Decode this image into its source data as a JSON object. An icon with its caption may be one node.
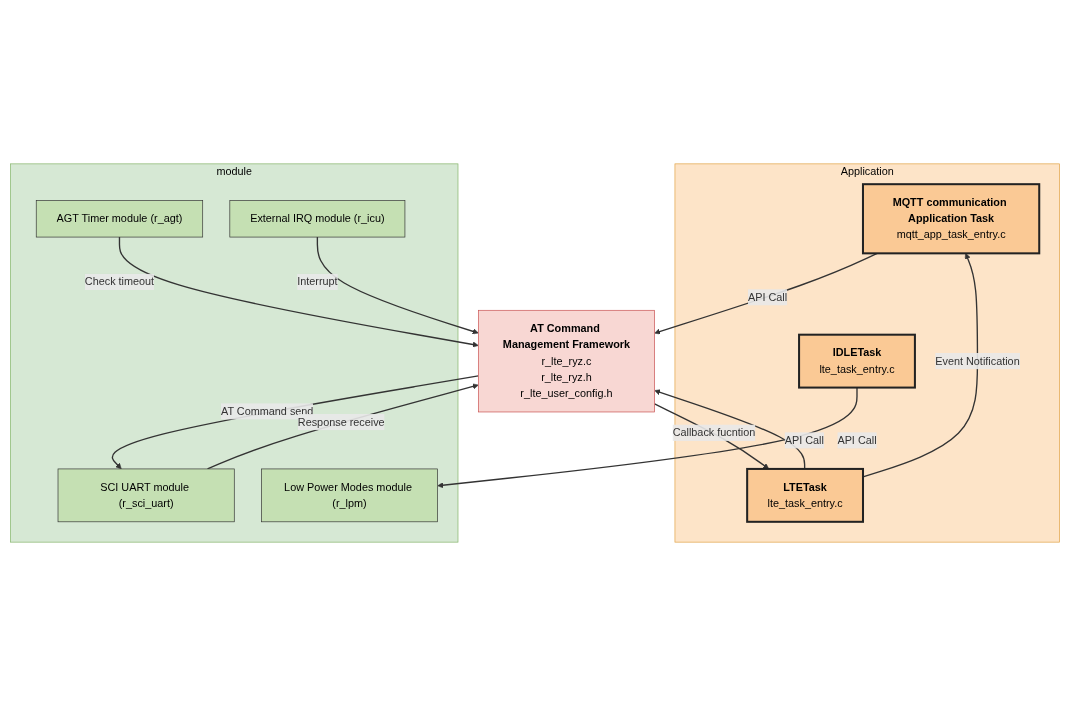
{
  "diagram": {
    "nodes": [
      {
        "text": [
          "Application"
        ]
      },
      {
        "text": [
          "MQTT communication Application Task",
          "mqtt_app_task_entry.c"
        ],
        "in": 0
      },
      {
        "text": [
          "LTETask",
          "lte_task_entry.c"
        ],
        "in": 0
      },
      {
        "text": [
          "IDLETask",
          "lte_task_entry.c"
        ],
        "in": 0
      },
      {
        "text": [
          "AT Command Management Framework",
          "r_lte_ryz.c",
          "r_lte_ryz.h",
          "r_lte_user_config.h"
        ]
      },
      {
        "text": [
          "module"
        ]
      },
      {
        "text": [
          "SCI UART module (r_sci_uart)"
        ],
        "in": 5
      },
      {
        "text": [
          "AGT Timer module (r_agt)"
        ],
        "in": 5
      },
      {
        "text": [
          "External IRQ module (r_icu)"
        ],
        "in": 5
      },
      {
        "text": [
          "Low Power Modes module (r_lpm)"
        ],
        "in": 5
      }
    ],
    "edges": [
      {
        "from": 2,
        "to": 1,
        "arrow": "to",
        "label": "Event Notification"
      },
      {
        "from": 1,
        "to": 4,
        "arrow": "to",
        "label": "API Call"
      },
      {
        "from": 2,
        "to": 4,
        "arrow": "to",
        "label": "API Call"
      },
      {
        "from": 4,
        "to": 2,
        "arrow": "to",
        "label": "Callback fucntion"
      },
      {
        "from": 3,
        "to": 9,
        "arrow": "to",
        "label": "API Call"
      },
      {
        "from": 4,
        "to": 6,
        "arrow": "to",
        "label": "AT Command send"
      },
      {
        "from": 6,
        "to": 4,
        "arrow": "to",
        "label": "Response receive"
      },
      {
        "from": 7,
        "to": 4,
        "arrow": "to",
        "label": "Check timeout"
      },
      {
        "from": 8,
        "to": 4,
        "arrow": "to",
        "label": "Interrupt"
      }
    ]
  }
}
